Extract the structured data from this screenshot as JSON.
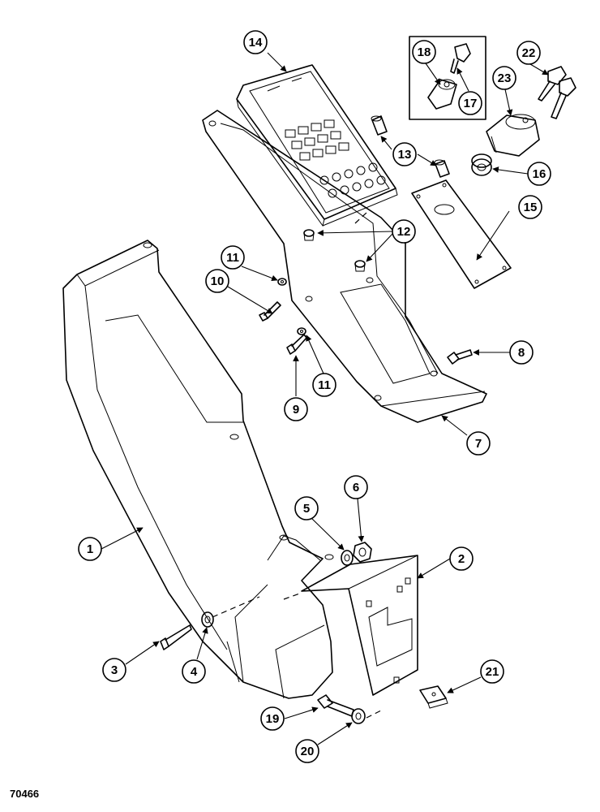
{
  "diagram": {
    "reference_number": "70466",
    "callouts": [
      "1",
      "2",
      "3",
      "4",
      "5",
      "6",
      "7",
      "8",
      "9",
      "10",
      "11",
      "11",
      "12",
      "13",
      "14",
      "15",
      "16",
      "17",
      "18",
      "19",
      "20",
      "21",
      "22",
      "23"
    ]
  }
}
